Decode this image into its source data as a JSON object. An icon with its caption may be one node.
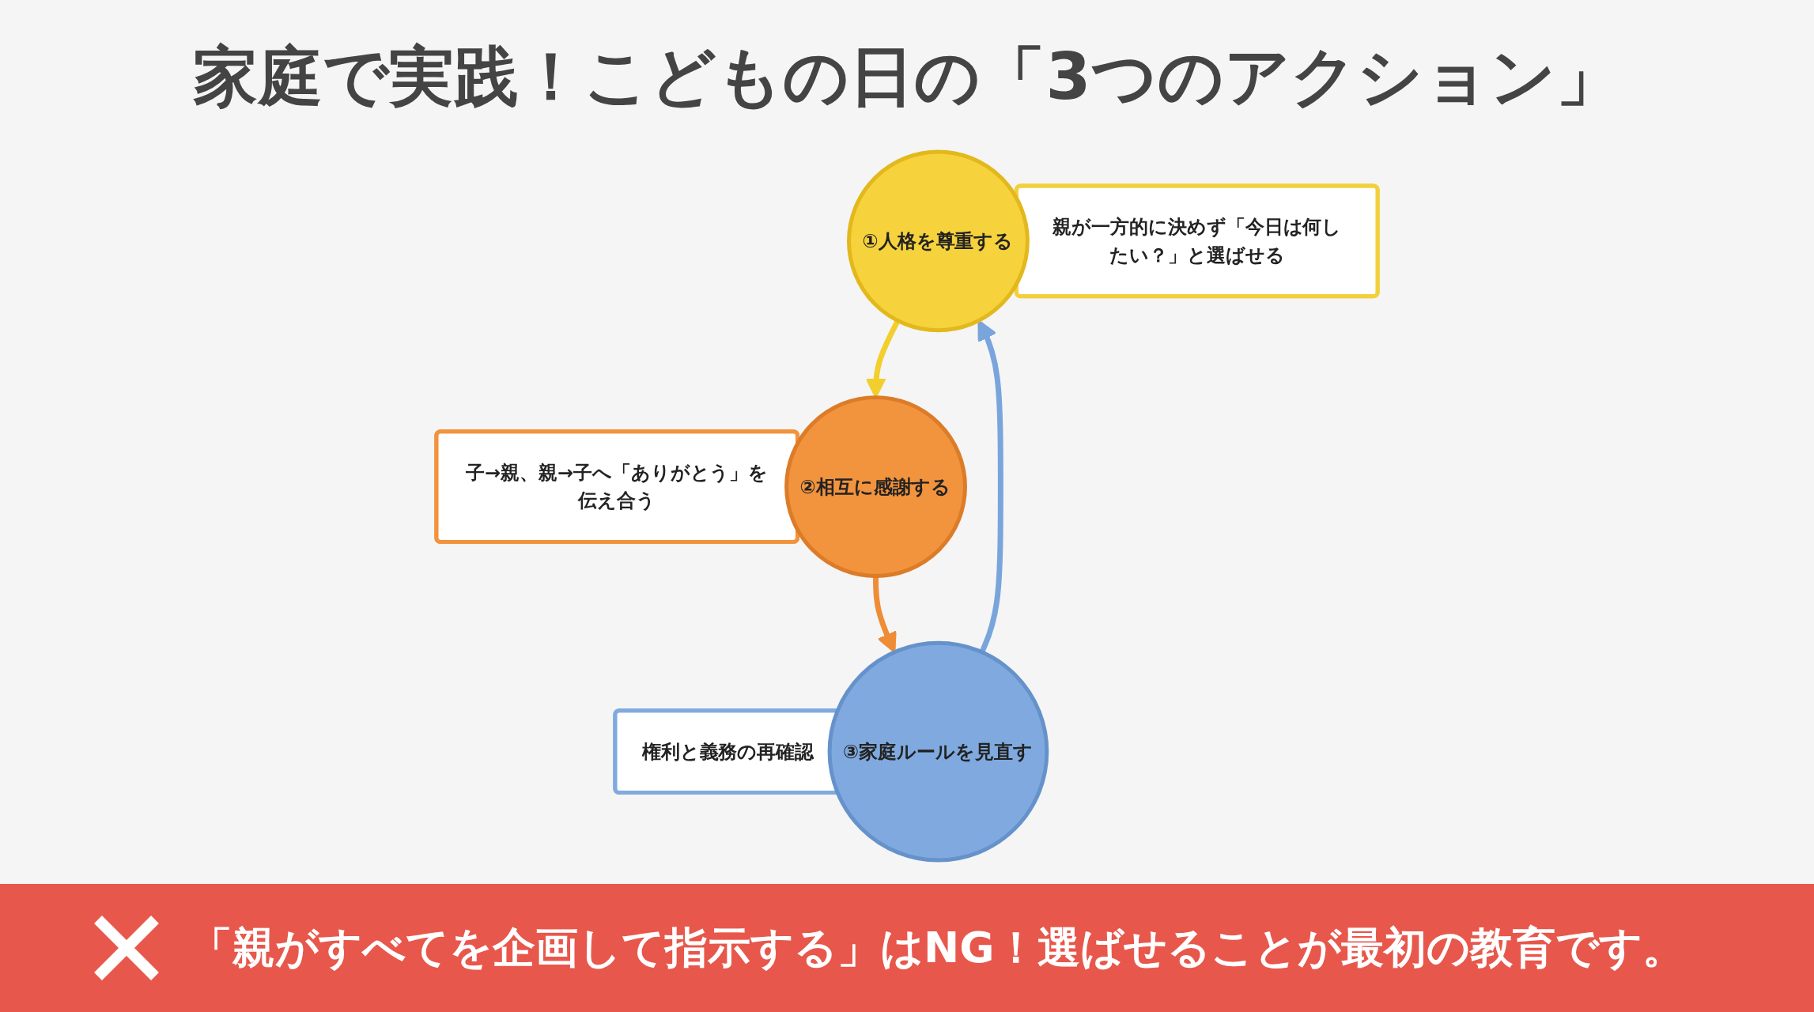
{
  "diagram": {
    "title": "家庭で実践！こどもの日の「3つのアクション」",
    "caption": "「親がすべてを企画して指示する」はNG！選ばせることが最初の教育です。",
    "nodes": [
      {
        "text": [
          "①人格を尊重する"
        ]
      },
      {
        "text": [
          "親が一方的に決めず「今日は何したい？」と選ばせる"
        ]
      },
      {
        "text": [
          "②相互に感謝する"
        ]
      },
      {
        "text": [
          "子→親、親→子へ「ありがとう」を伝え合う"
        ]
      },
      {
        "text": [
          "③家庭ルールを見直す"
        ]
      },
      {
        "text": [
          "権利と義務の再確認"
        ]
      }
    ],
    "edges": [
      {
        "from": 0,
        "to": 2,
        "arrow": "to",
        "color": "#f2cf2e"
      },
      {
        "from": 2,
        "to": 4,
        "arrow": "to",
        "color": "#ef8c36"
      },
      {
        "from": 4,
        "to": 0,
        "arrow": "to",
        "color": "#79a5dc"
      }
    ]
  }
}
